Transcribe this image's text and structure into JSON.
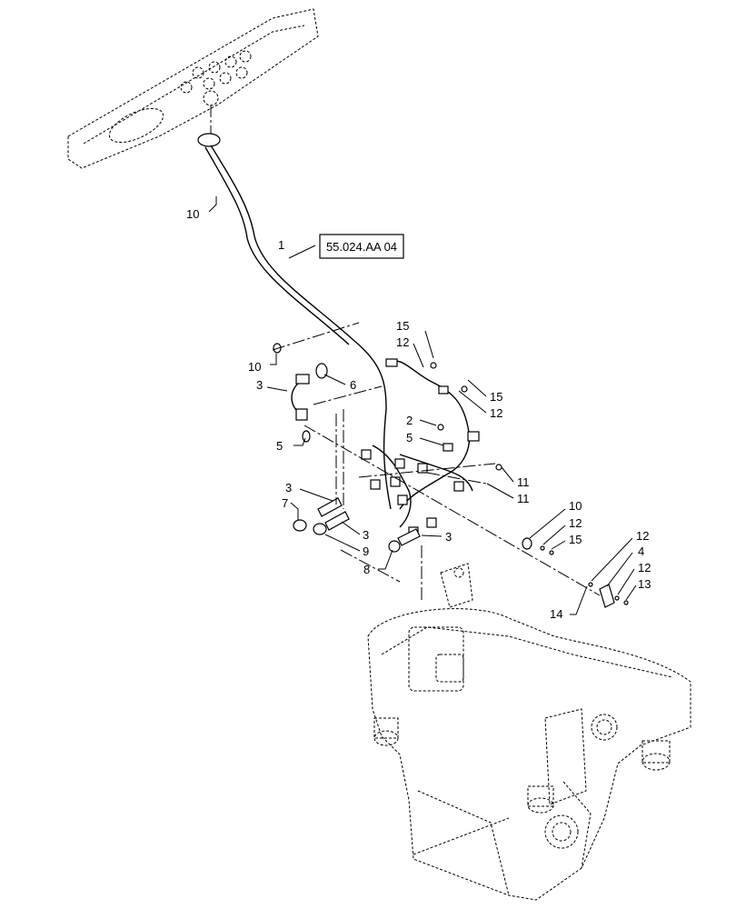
{
  "reference_box": "55.024.AA 04",
  "callouts": [
    {
      "id": "c-1",
      "text": "1"
    },
    {
      "id": "c-10a",
      "text": "10"
    },
    {
      "id": "c-10b",
      "text": "10"
    },
    {
      "id": "c-3a",
      "text": "3"
    },
    {
      "id": "c-6",
      "text": "6"
    },
    {
      "id": "c-5a",
      "text": "5"
    },
    {
      "id": "c-15a",
      "text": "15"
    },
    {
      "id": "c-12a",
      "text": "12"
    },
    {
      "id": "c-15b",
      "text": "15"
    },
    {
      "id": "c-12b",
      "text": "12"
    },
    {
      "id": "c-2",
      "text": "2"
    },
    {
      "id": "c-5b",
      "text": "5"
    },
    {
      "id": "c-11a",
      "text": "11"
    },
    {
      "id": "c-11b",
      "text": "11"
    },
    {
      "id": "c-3b",
      "text": "3"
    },
    {
      "id": "c-7",
      "text": "7"
    },
    {
      "id": "c-3c",
      "text": "3"
    },
    {
      "id": "c-9",
      "text": "9"
    },
    {
      "id": "c-8",
      "text": "8"
    },
    {
      "id": "c-3d",
      "text": "3"
    },
    {
      "id": "c-10c",
      "text": "10"
    },
    {
      "id": "c-12c",
      "text": "12"
    },
    {
      "id": "c-15c",
      "text": "15"
    },
    {
      "id": "c-12d",
      "text": "12"
    },
    {
      "id": "c-4",
      "text": "4"
    },
    {
      "id": "c-12e",
      "text": "12"
    },
    {
      "id": "c-13",
      "text": "13"
    },
    {
      "id": "c-14",
      "text": "14"
    }
  ]
}
